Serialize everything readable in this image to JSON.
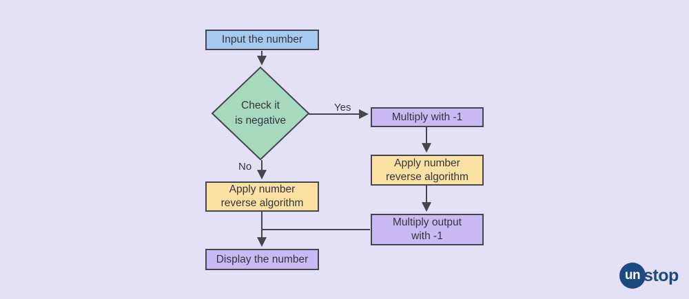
{
  "flowchart": {
    "nodes": {
      "input": {
        "label": "Input the number"
      },
      "decision": {
        "line1": "Check it",
        "line2": "is negative"
      },
      "multiply_neg1": {
        "label": "Multiply with -1"
      },
      "reverse_right": {
        "line1": "Apply number",
        "line2": "reverse algorithm"
      },
      "multiply_output": {
        "line1": "Multiply output",
        "line2": "with -1"
      },
      "reverse_left": {
        "line1": "Apply number",
        "line2": "reverse algorithm"
      },
      "display": {
        "label": "Display the number"
      }
    },
    "edge_labels": {
      "yes": "Yes",
      "no": "No"
    }
  },
  "logo": {
    "prefix": "un",
    "suffix": "stop"
  },
  "colors": {
    "background": "#e4e0f6",
    "input_fill": "#a6c9f0",
    "decision_fill": "#a6d9bd",
    "process_fill": "#fbe2a2",
    "result_fill": "#c9baf4",
    "stroke": "#45454f",
    "text": "#34343e",
    "logo_blue": "#1c4980"
  }
}
